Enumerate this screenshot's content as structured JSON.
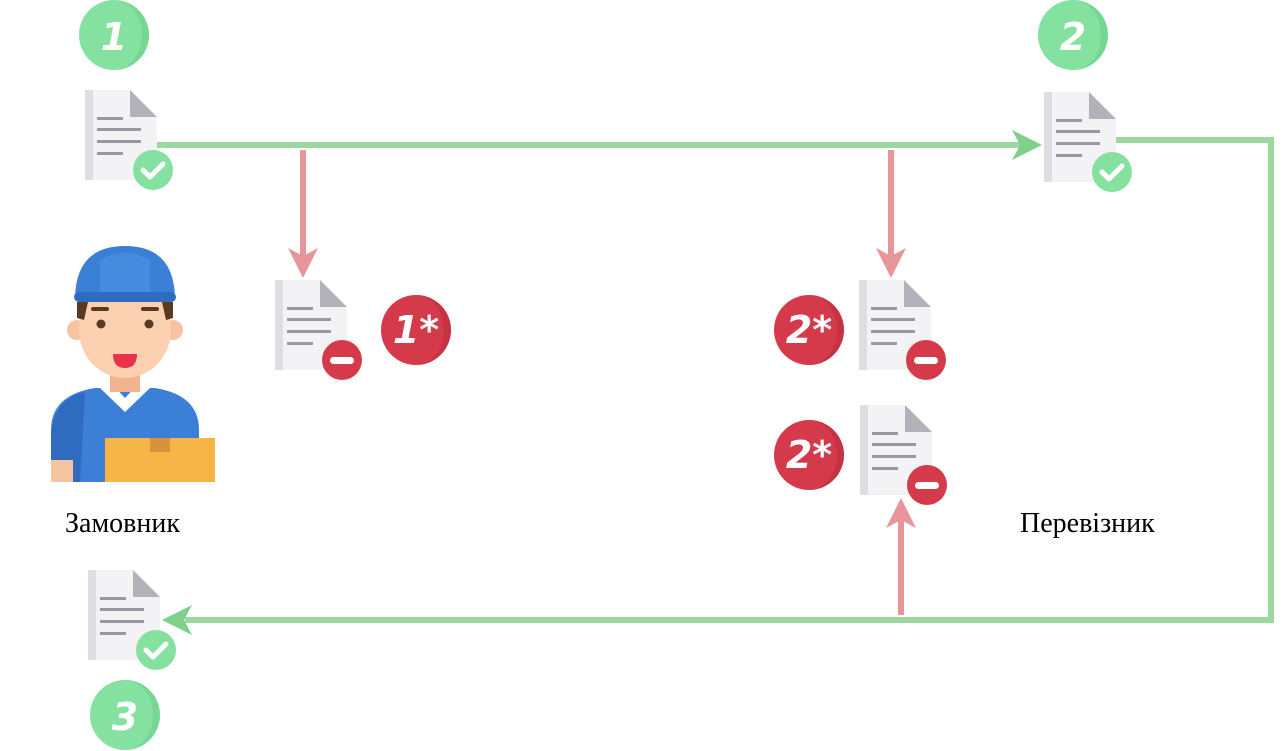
{
  "actors": {
    "customer": {
      "label": "Замовник"
    },
    "carrier": {
      "label": "Перевізник"
    }
  },
  "steps": {
    "step1": "1",
    "step2": "2",
    "step3": "3",
    "reject1": "1*",
    "reject2a": "2*",
    "reject2b": "2*"
  },
  "colors": {
    "accept": "#84e19f",
    "accept_dark": "#6bd08a",
    "reject": "#d43a4a",
    "reject_dark": "#b92e3d",
    "arrow_accept": "#9ad89e",
    "arrow_reject": "#e8959a"
  },
  "icons": {
    "doc_accepted": "document-check-icon",
    "doc_rejected": "document-minus-icon",
    "customer": "courier-person-icon",
    "carrier": "driver-person-icon"
  }
}
